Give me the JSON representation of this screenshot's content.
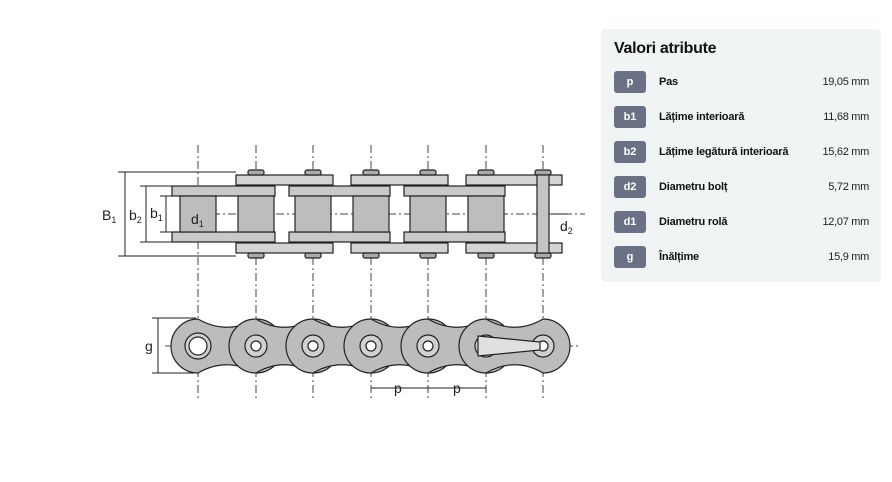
{
  "drawing": {
    "labels": {
      "B1": "B",
      "B1_sub": "1",
      "b2": "b",
      "b2_sub": "2",
      "b1": "b",
      "b1_sub": "1",
      "d1": "d",
      "d1_sub": "1",
      "d2": "d",
      "d2_sub": "2",
      "g": "g",
      "p1": "p",
      "p2": "p"
    }
  },
  "panel": {
    "title": "Valori atribute",
    "rows": [
      {
        "code": "p",
        "label": "Pas",
        "value": "19,05 mm"
      },
      {
        "code": "b1",
        "label": "Lățime interioară",
        "value": "11,68 mm"
      },
      {
        "code": "b2",
        "label": "Lățime legătură interioară",
        "value": "15,62 mm"
      },
      {
        "code": "d2",
        "label": "Diametru bolț",
        "value": "5,72 mm"
      },
      {
        "code": "d1",
        "label": "Diametru rolă",
        "value": "12,07 mm"
      },
      {
        "code": "g",
        "label": "Înălțime",
        "value": "15,9 mm"
      }
    ]
  }
}
